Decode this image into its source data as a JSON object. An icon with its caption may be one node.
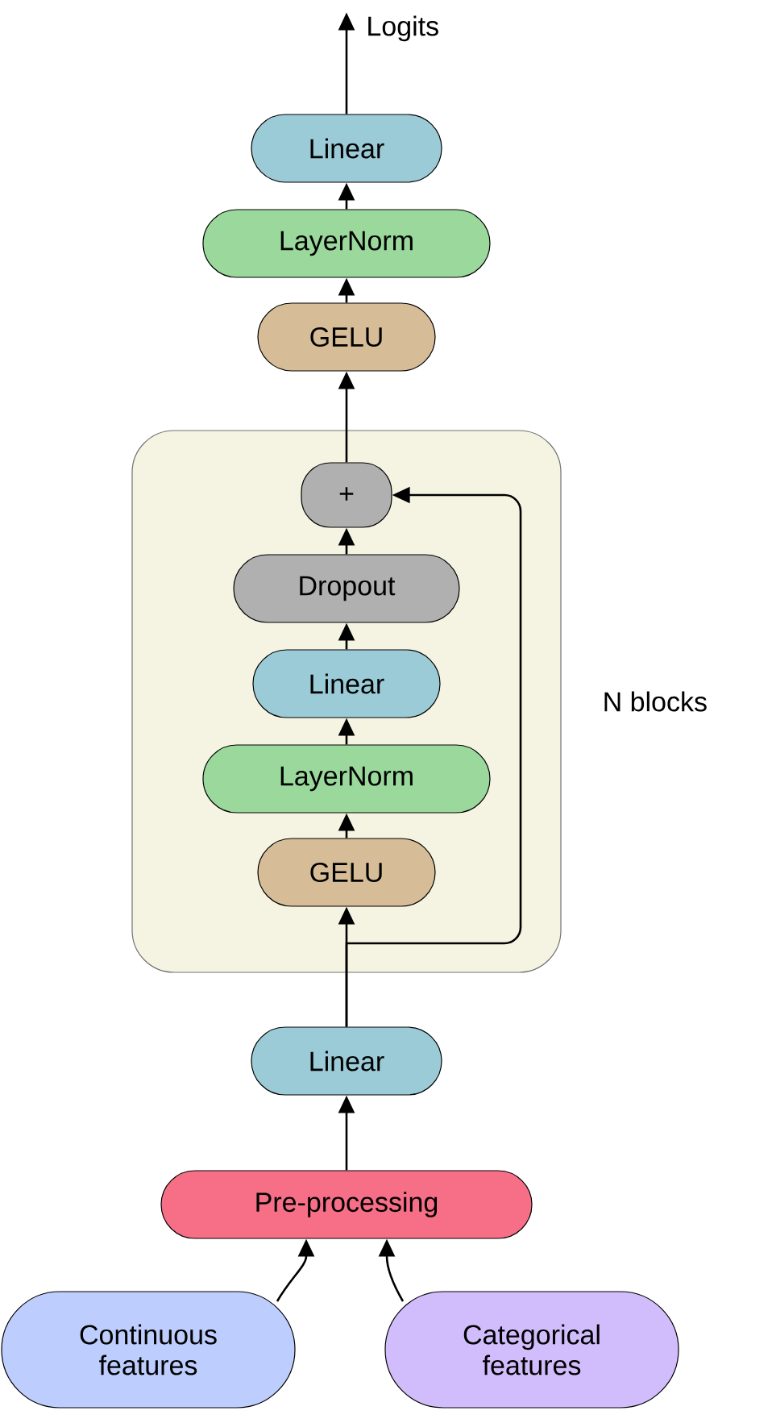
{
  "diagram": {
    "nodes": [
      {
        "text": [
          "Linear"
        ]
      },
      {
        "text": [
          "LayerNorm"
        ]
      },
      {
        "text": [
          "GELU"
        ]
      },
      {
        "text": [],
        "shape": "box",
        "beside": [
          "N blocks"
        ]
      },
      {
        "text": [
          "+"
        ],
        "in": 3
      },
      {
        "text": [
          "Dropout"
        ],
        "in": 3
      },
      {
        "text": [
          "Linear"
        ],
        "in": 3
      },
      {
        "text": [
          "LayerNorm"
        ],
        "in": 3
      },
      {
        "text": [
          "GELU"
        ],
        "in": 3
      },
      {
        "text": [
          "Linear"
        ]
      },
      {
        "text": [
          "Pre-processing"
        ]
      },
      {
        "text": [
          "Continuous features"
        ]
      },
      {
        "text": [
          "Categorical features"
        ]
      }
    ],
    "edges": [
      {
        "from": 11,
        "to": 10,
        "arrow": "to"
      },
      {
        "from": 12,
        "to": 10,
        "arrow": "to"
      },
      {
        "from": 10,
        "to": 9,
        "arrow": "to"
      },
      {
        "from": 9,
        "to": 8,
        "arrow": "to"
      },
      {
        "from": 9,
        "to": 4,
        "arrow": "to"
      },
      {
        "from": 8,
        "to": 7,
        "arrow": "to"
      },
      {
        "from": 7,
        "to": 6,
        "arrow": "to"
      },
      {
        "from": 6,
        "to": 5,
        "arrow": "to"
      },
      {
        "from": 5,
        "to": 4,
        "arrow": "to"
      },
      {
        "from": 4,
        "to": 2,
        "arrow": "to"
      },
      {
        "from": 2,
        "to": 1,
        "arrow": "to"
      },
      {
        "from": 1,
        "to": 0,
        "arrow": "to"
      },
      {
        "from": 0,
        "to": null,
        "arrow": "to",
        "label": "Logits"
      }
    ]
  }
}
